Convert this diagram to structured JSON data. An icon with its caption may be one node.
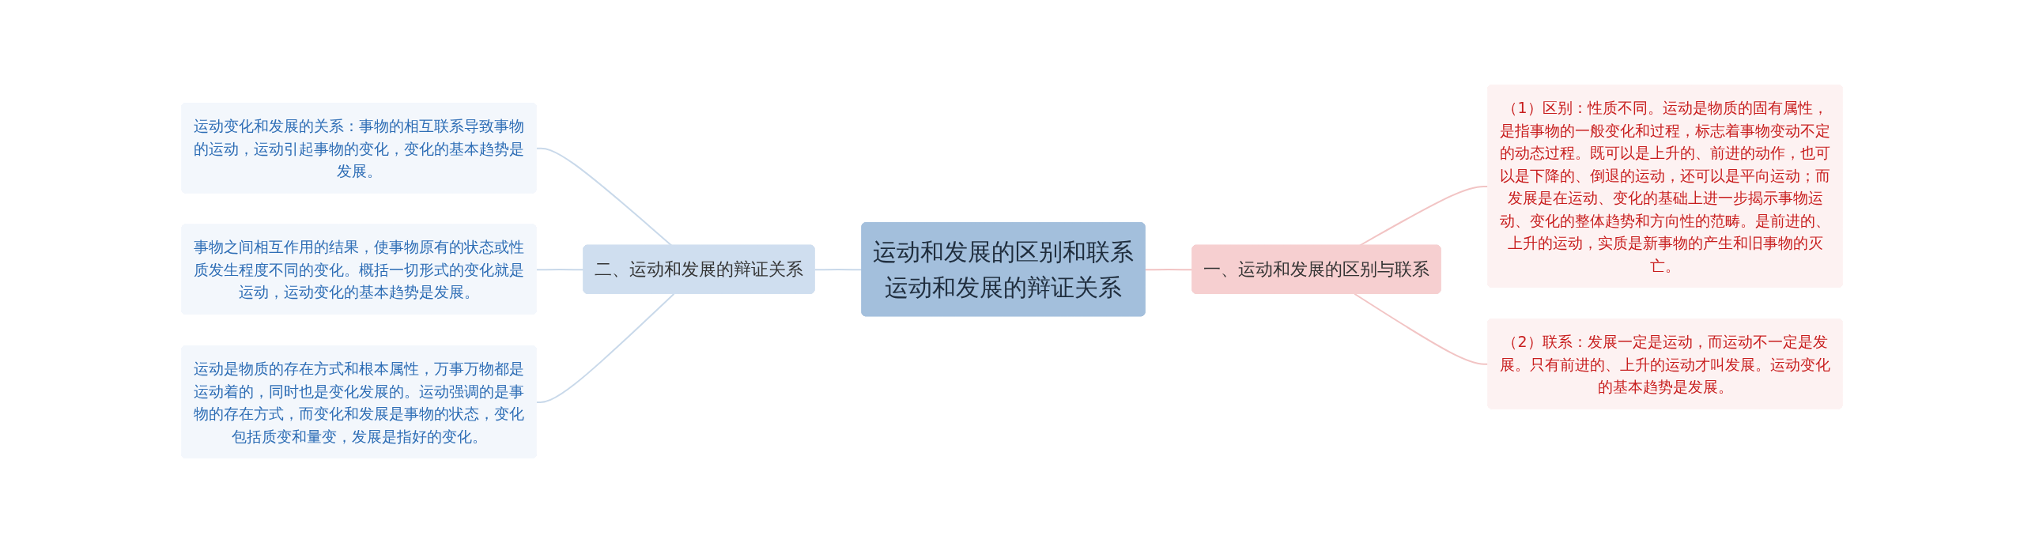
{
  "diagram": {
    "nodes": [
      {
        "text": [
          "运动和发展的区别和联系",
          "运动和发展的辩证关系"
        ]
      },
      {
        "text": [
          "一、运动和发展的区别与联系"
        ]
      },
      {
        "text": [
          "（1）区别：性质不同。运动是物质的固有属性，是指事物的一般变化和过程，标志着事物变动不定的动态过程。既可以是上升的、前进的动作，也可以是下降的、倒退的运动，还可以是平向运动；而发展是在运动、变化的基础上进一步揭示事物运动、变化的整体趋势和方向性的范畴。是前进的、上升的运动，实质是新事物的产生和旧事物的灭亡。"
        ]
      },
      {
        "text": [
          "（2）联系：发展一定是运动，而运动不一定是发展。只有前进的、上升的运动才叫发展。运动变化的基本趋势是发展。"
        ]
      },
      {
        "text": [
          "二、运动和发展的辩证关系"
        ]
      },
      {
        "text": [
          "运动变化和发展的关系：事物的相互联系导致事物的运动，运动引起事物的变化，变化的基本趋势是发展。"
        ]
      },
      {
        "text": [
          "事物之间相互作用的结果，使事物原有的状态或性质发生程度不同的变化。概括一切形式的变化就是运动，运动变化的基本趋势是发展。"
        ]
      },
      {
        "text": [
          "运动是物质的存在方式和根本属性，万事万物都是运动着的，同时也是变化发展的。运动强调的是事物的存在方式，而变化和发展是事物的状态，变化包括质变和量变，发展是指好的变化。"
        ]
      }
    ],
    "edges": [
      {
        "from": 0,
        "to": 1,
        "arrow": "none",
        "color": "#f2c4c4"
      },
      {
        "from": 1,
        "to": 2,
        "arrow": "none",
        "color": "#f2c4c4"
      },
      {
        "from": 1,
        "to": 3,
        "arrow": "none",
        "color": "#f2c4c4"
      },
      {
        "from": 0,
        "to": 4,
        "arrow": "none"
      },
      {
        "from": 4,
        "to": 5,
        "arrow": "none"
      },
      {
        "from": 4,
        "to": 6,
        "arrow": "none"
      },
      {
        "from": 4,
        "to": 7,
        "arrow": "none"
      }
    ]
  }
}
